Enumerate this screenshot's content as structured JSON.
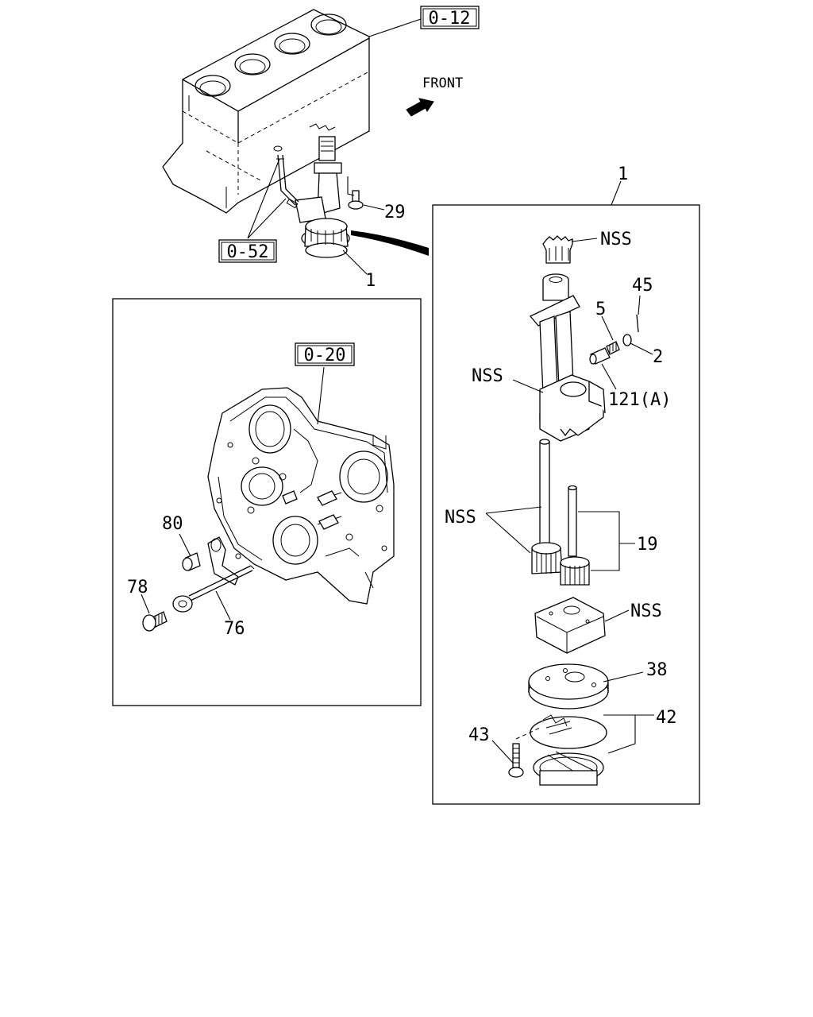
{
  "references": {
    "engine_block": "0-12",
    "oil_pipe": "0-52",
    "front_cover": "0-20"
  },
  "direction": {
    "front": "FRONT"
  },
  "callouts": {
    "oil_pump_small": "1",
    "oil_pump_detail": "1",
    "bolt_29": "29",
    "drive_gear": "NSS",
    "spring_pin": "45",
    "plunger": "5",
    "plug": "2",
    "pump_body": "NSS",
    "relief_valve": "121(A)",
    "shaft_gear": "NSS",
    "gear_shaft_set": "19",
    "pump_cover": "NSS",
    "strainer": "38",
    "strainer_seal": "42",
    "strainer_bolt": "43",
    "bolt_80": "80",
    "bolt_78": "78",
    "oil_pipe_76": "76"
  }
}
